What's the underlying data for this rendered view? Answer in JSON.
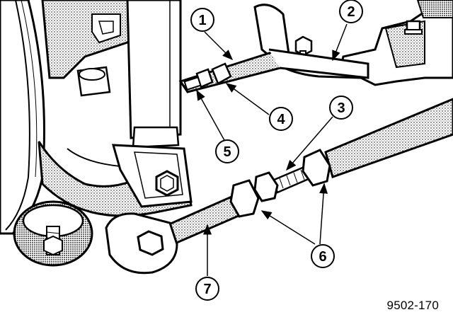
{
  "figure": {
    "callouts": [
      {
        "id": "callout-1",
        "label": "1"
      },
      {
        "id": "callout-2",
        "label": "2"
      },
      {
        "id": "callout-3",
        "label": "3"
      },
      {
        "id": "callout-4",
        "label": "4"
      },
      {
        "id": "callout-5",
        "label": "5"
      },
      {
        "id": "callout-6",
        "label": "6"
      },
      {
        "id": "callout-7",
        "label": "7"
      }
    ],
    "figure_number": "9502-170"
  }
}
